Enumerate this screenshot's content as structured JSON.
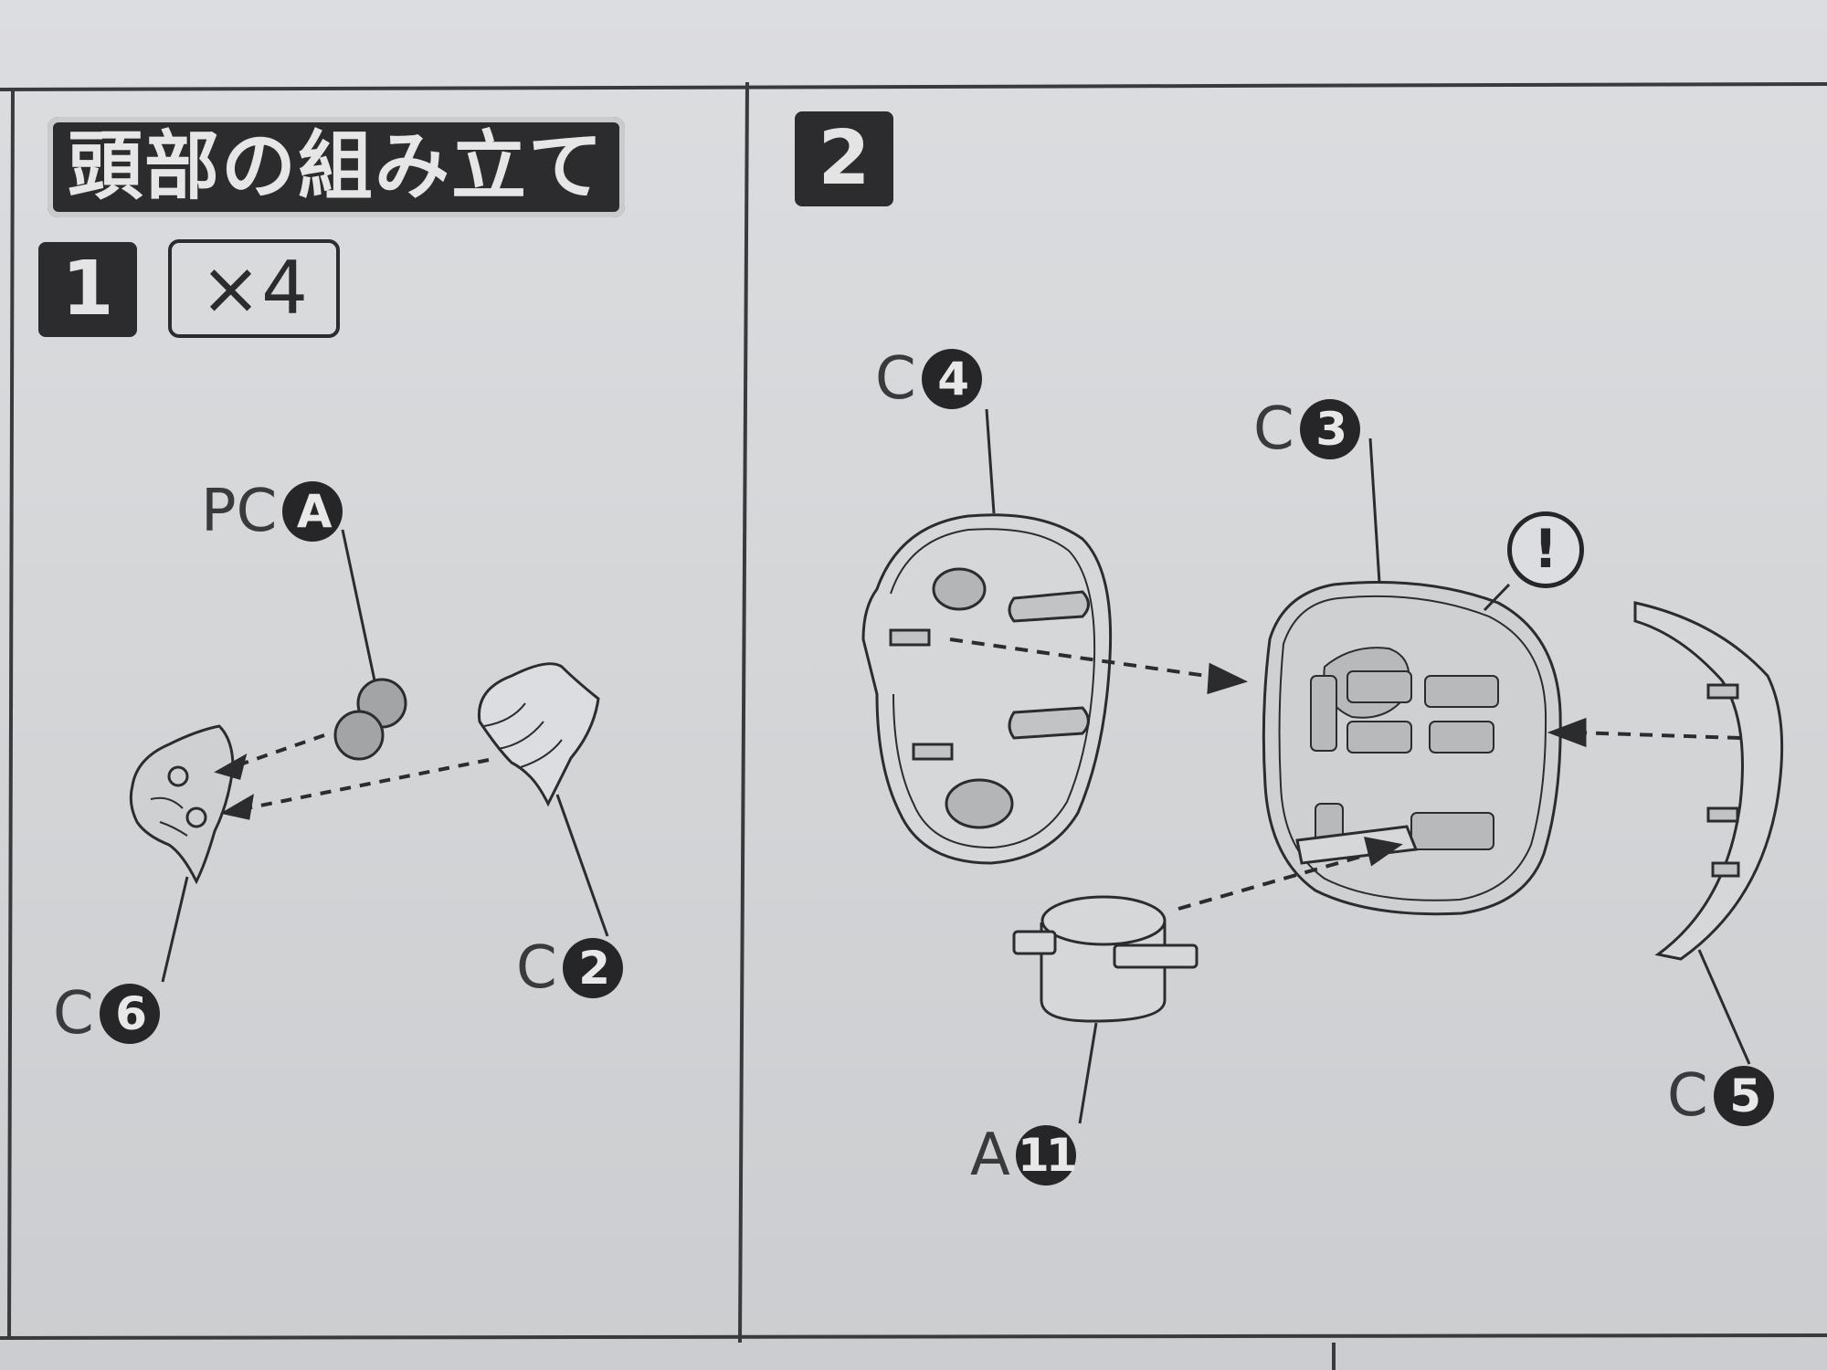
{
  "title": "頭部の組み立て",
  "step1": {
    "number": "1",
    "quantity": "×4",
    "labels": {
      "pc_a_prefix": "PC",
      "pc_a_num": "A",
      "c2_prefix": "C",
      "c2_num": "2",
      "c6_prefix": "C",
      "c6_num": "6"
    }
  },
  "step2": {
    "number": "2",
    "warning": "!",
    "labels": {
      "c4_prefix": "C",
      "c4_num": "4",
      "c3_prefix": "C",
      "c3_num": "3",
      "c5_prefix": "C",
      "c5_num": "5",
      "a11_prefix": "A",
      "a11_num": "11"
    }
  },
  "colors": {
    "ink": "#2c2c2e",
    "paper": "#d6d8da"
  },
  "icons": [
    "warning-exclamation-icon",
    "assembly-arrow-icon"
  ]
}
